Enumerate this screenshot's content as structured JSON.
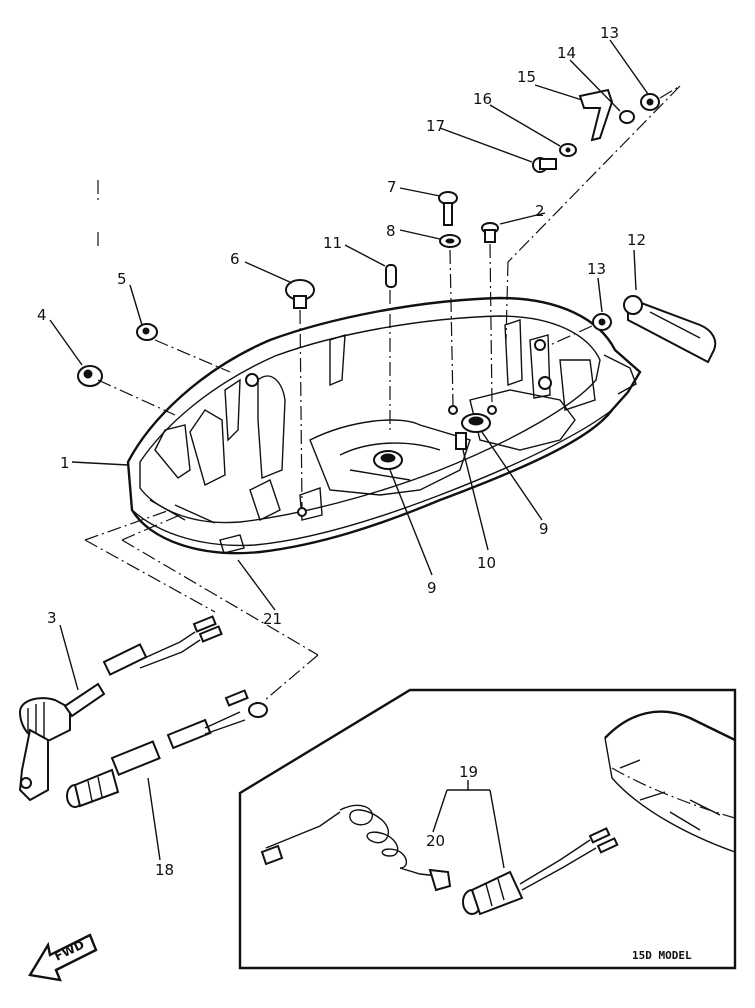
{
  "callouts": [
    "1",
    "2",
    "3",
    "4",
    "5",
    "6",
    "7",
    "8",
    "9",
    "9",
    "10",
    "11",
    "12",
    "13",
    "13",
    "14",
    "15",
    "16",
    "17",
    "18",
    "19",
    "20",
    "21"
  ],
  "inset_model_label": "15D MODEL",
  "fwd_label": "FWD"
}
